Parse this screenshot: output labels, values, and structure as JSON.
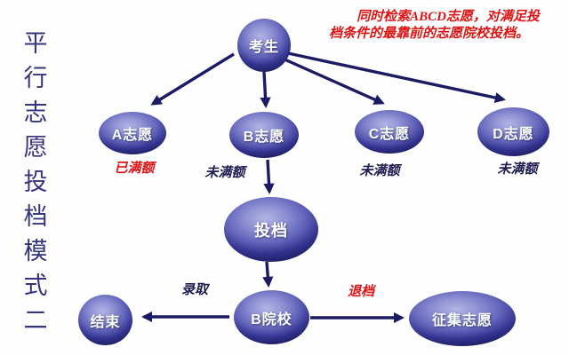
{
  "title": {
    "text": "平行志愿投档模式二",
    "chars": [
      "平",
      "行",
      "志",
      "愿",
      "投",
      "档",
      "模",
      "式",
      "二"
    ]
  },
  "annotation": {
    "line1": "同时检索ABCD志愿，对满足投",
    "line2": "档条件的最靠前的志愿院校投档。"
  },
  "nodes": {
    "candidate": {
      "label": "考生"
    },
    "choice_a": {
      "label": "A志愿"
    },
    "choice_b": {
      "label": "B志愿"
    },
    "choice_c": {
      "label": "C志愿"
    },
    "choice_d": {
      "label": "D志愿"
    },
    "file": {
      "label": "投档"
    },
    "end": {
      "label": "结束"
    },
    "college_b": {
      "label": "B院校"
    },
    "collect": {
      "label": "征集志愿"
    }
  },
  "statuses": {
    "a": {
      "text": "已满额",
      "state": "full"
    },
    "b": {
      "text": "未满额",
      "state": "not-full"
    },
    "c": {
      "text": "未满额",
      "state": "not-full"
    },
    "d": {
      "text": "未满额",
      "state": "not-full"
    }
  },
  "edge_labels": {
    "admit": "录取",
    "reject": "退档"
  },
  "colors": {
    "accent_red": "#dd1414",
    "arrow_navy": "#1b1b63",
    "title_navy": "#34347f",
    "node_highlight": "#b2b4e4",
    "node_dark": "#1f1f66"
  }
}
